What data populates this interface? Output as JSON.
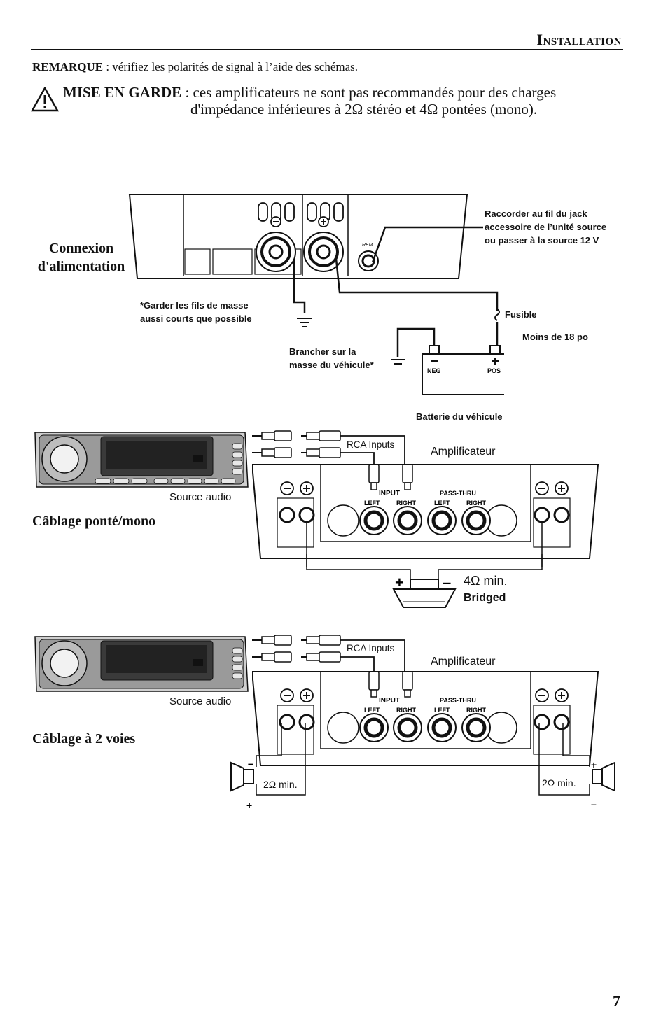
{
  "header": {
    "title": "Installation",
    "page_number": "7"
  },
  "note": {
    "label": "REMARQUE",
    "text": " : vérifiez les polarités de signal à l’aide des schémas."
  },
  "caution": {
    "label": "MISE EN GARDE",
    "line1": " : ces amplificateurs ne sont pas recommandés pour des charges",
    "line2": "d'impédance inférieures à 2Ω stéréo et 4Ω pontées (mono)."
  },
  "power": {
    "title_line1": "Connexion",
    "title_line2": "d'alimentation",
    "rem_note_line1": "Raccorder au fil du jack",
    "rem_note_line2": "accessoire de l’unité source",
    "rem_note_line3": "ou passer à la source 12 V",
    "ground_note_line1": "*Garder les fils de masse",
    "ground_note_line2": "aussi courts que possible",
    "fuse": "Fusible",
    "distance": "Moins de 18 po",
    "chassis_line1": "Brancher sur la",
    "chassis_line2": "masse du véhicule*",
    "neg": "NEG",
    "pos": "POS",
    "battery": "Batterie du véhicule",
    "rem": "REM"
  },
  "bridged": {
    "title": "Câblage ponté/mono",
    "rca": "RCA Inputs",
    "amp": "Amplificateur",
    "source": "Source audio",
    "input": "INPUT",
    "passthru": "PASS-THRU",
    "left": "LEFT",
    "right": "RIGHT",
    "impedance": "4Ω  min.",
    "bridged": "Bridged"
  },
  "twoch": {
    "title": "Câblage à 2 voies",
    "rca": "RCA Inputs",
    "amp": "Amplificateur",
    "source": "Source audio",
    "input": "INPUT",
    "passthru": "PASS-THRU",
    "left": "LEFT",
    "right": "RIGHT",
    "imp_left": "2Ω  min.",
    "imp_right": "2Ω  min."
  }
}
